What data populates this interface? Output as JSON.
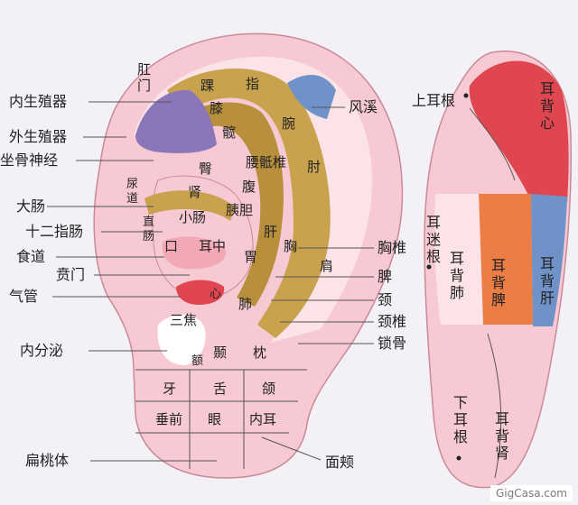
{
  "front": {
    "left_labels": [
      "内生殖器",
      "外生殖器",
      "坐骨神经",
      "大肠",
      "十二指肠",
      "食道",
      "贲门",
      "气管",
      "内分泌",
      "扁桃体"
    ],
    "right_labels": [
      "风溪",
      "胸椎",
      "脾",
      "颈",
      "颈椎",
      "锁骨",
      "面颊"
    ],
    "inner_labels": {
      "ganmen": "肛门",
      "huai": "踝",
      "zhi": "指",
      "xi": "膝",
      "kuan": "髋",
      "wan": "腕",
      "tun": "臀",
      "yaodizhui": "腰骶椎",
      "zhou": "肘",
      "niaodao": "尿道",
      "shen": "肾",
      "fu": "腹",
      "zhichang": "直肠",
      "xiaochang": "小肠",
      "yidan": "胰胆",
      "gan": "肝",
      "kou": "口",
      "erzhong": "耳中",
      "xiong": "胸",
      "wei": "胃",
      "jian": "肩",
      "xin": "心",
      "fei": "肺",
      "sanjiao": "三焦",
      "nie": "颞",
      "zhen": "枕",
      "e": "额",
      "ya": "牙",
      "she": "舌",
      "he": "颌",
      "chuiqian": "垂前",
      "yan": "眼",
      "neier": "内耳"
    }
  },
  "back": {
    "labels": {
      "shangergen": "上耳根",
      "ermigen": "耳迷根",
      "xiaergen": "下耳根",
      "erbeixin": "耳背心",
      "erbeifei": "耳背肺",
      "erbeipi": "耳背脾",
      "erbeigan": "耳背肝",
      "erbeishen": "耳背肾"
    }
  },
  "watermark": "GigCasa.com",
  "colors": {
    "skin": "#f6c9d3",
    "skin_light": "#fbe3e8",
    "gold": "#c9a24e",
    "gold_dark": "#a77f2e",
    "purple": "#8a76b8",
    "blue": "#6f93c8",
    "red": "#e0464f",
    "orange": "#ec7d45",
    "line": "#555555"
  }
}
